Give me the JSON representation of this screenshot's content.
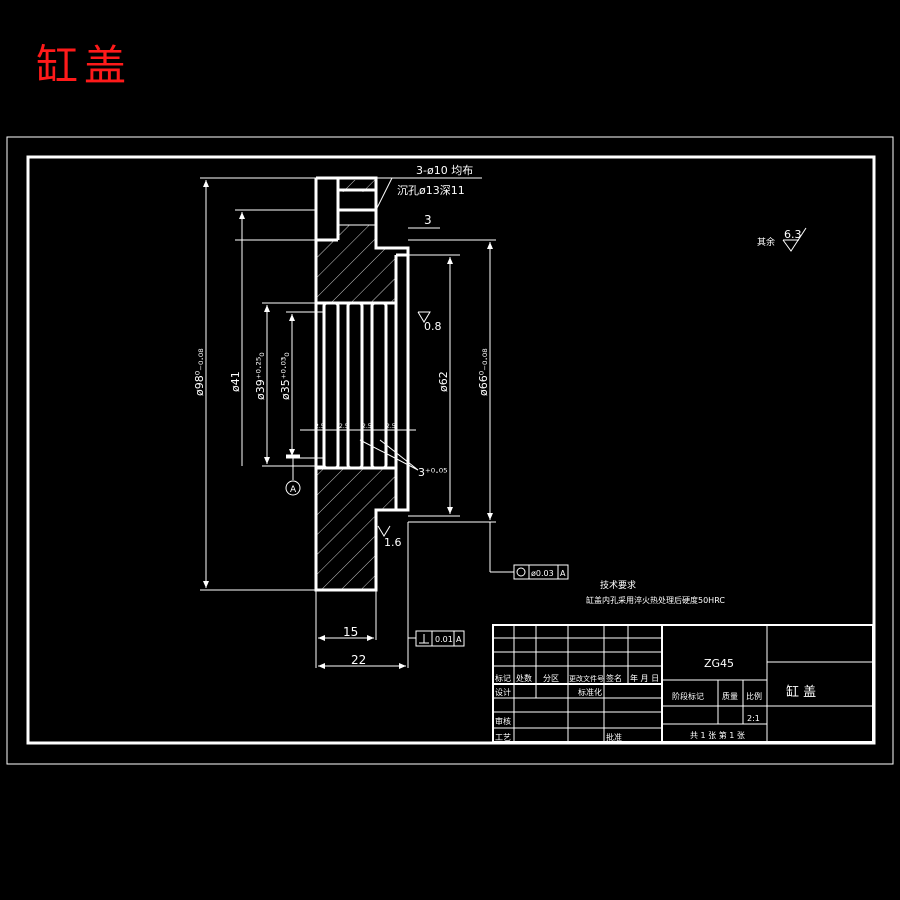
{
  "banner_title": "缸盖",
  "dimensions": {
    "holes": "3-ø10 均布",
    "counterbore": "沉孔ø13深11",
    "offset_3": "3",
    "d98": "ø98⁰₋₀.₀₈",
    "d41": "ø41",
    "d39": "ø39⁺⁰·²⁵₀",
    "d35": "ø35⁺⁰·⁰³₀",
    "d62": "ø62",
    "d66": "ø66⁰₋₀.₀₈",
    "groove_w": "2.5",
    "groove_note": "3⁺⁰·⁰⁵",
    "len_15": "15",
    "len_22": "22"
  },
  "roughness": {
    "r_08": "0.8",
    "r_16": "1.6",
    "other_label": "其余",
    "other_value": "6.3"
  },
  "datum": "A",
  "tolerances": {
    "coaxial_value": "ø0.03",
    "coaxial_datum": "A",
    "perp_value": "0.01",
    "perp_datum": "A"
  },
  "tech_req": {
    "heading": "技术要求",
    "line1": "缸盖内孔采用淬火热处理后硬度50HRC"
  },
  "title_block": {
    "material": "ZG45",
    "part_name": "缸 盖",
    "h_mark": "标记",
    "h_count": "处数",
    "h_zone": "分区",
    "h_docno": "更改文件号",
    "h_sign": "签名",
    "h_date": "年 月 日",
    "h_design": "设计",
    "h_std": "标准化",
    "h_review": "审核",
    "h_process": "工艺",
    "h_approve": "批准",
    "h_stage": "阶段标记",
    "h_weight": "质量",
    "h_scale": "比例",
    "scale_value": "2:1",
    "sheets": "共 1 张   第 1 张"
  }
}
